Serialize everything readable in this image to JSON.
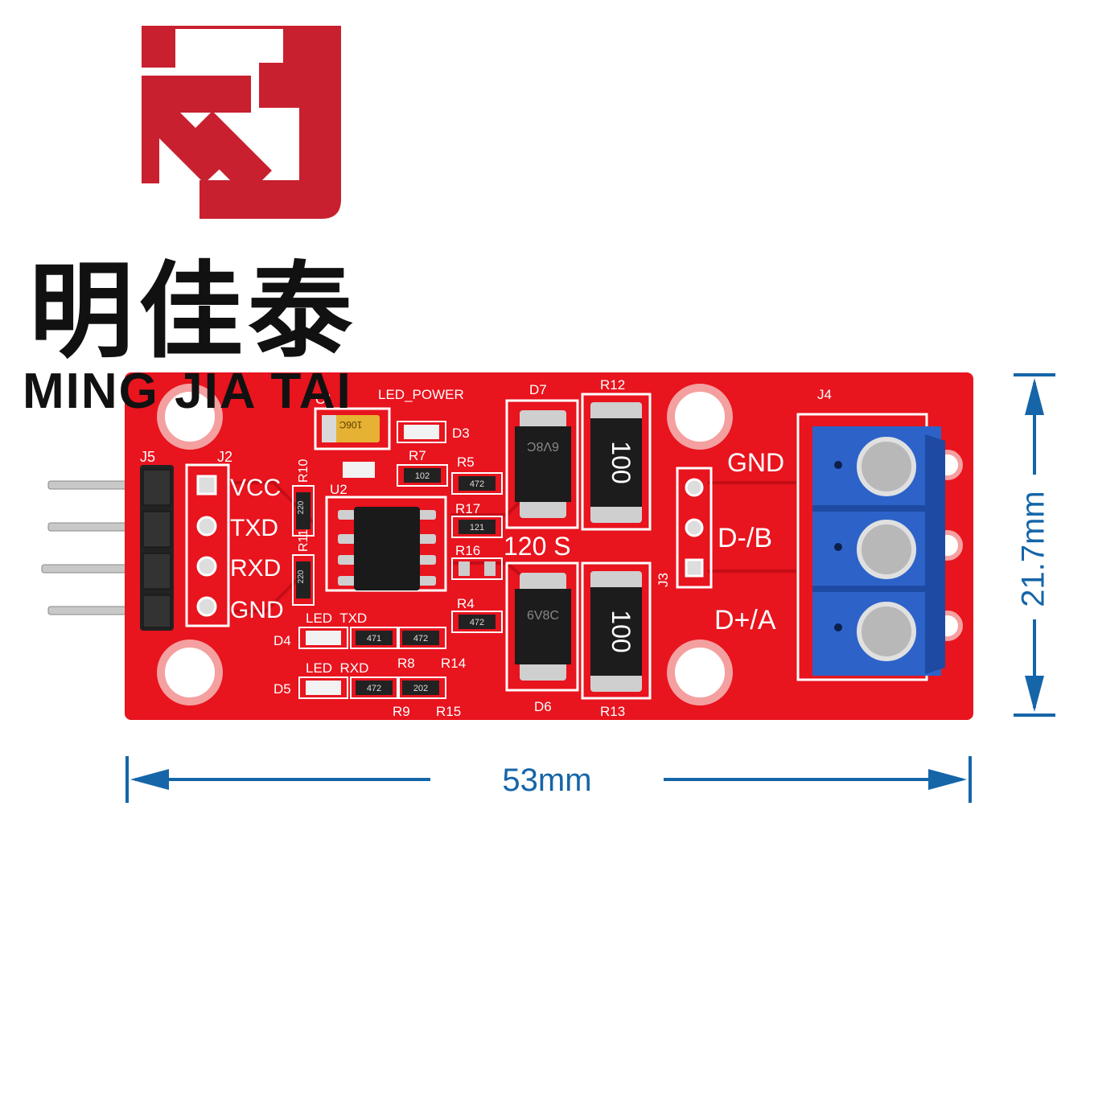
{
  "brand": {
    "name_cn": "明佳泰",
    "name_en": "MING JIA TAI",
    "logo_color": "#c8202f"
  },
  "board": {
    "color": "#e8141e",
    "silkscreen": {
      "j5": "J5",
      "j2": "J2",
      "j3": "J3",
      "j4": "J4",
      "vcc": "VCC",
      "txd": "TXD",
      "rxd": "RXD",
      "gnd_left": "GND",
      "c1": "C1",
      "led_power": "LED_POWER",
      "d3": "D3",
      "r10": "R10",
      "r7": "R7",
      "r5": "R5",
      "u2": "U2",
      "r17": "R17",
      "r16": "R16",
      "r11": "R11",
      "r4": "R4",
      "d7": "D7",
      "r12": "R12",
      "d6": "D6",
      "r13": "R13",
      "label_120s": "120 S",
      "d4": "D4",
      "led_txd": "LED  TXD",
      "r14": "R14",
      "d5": "D5",
      "led_rxd": "LED  RXD",
      "r8": "R8",
      "r9": "R9",
      "r15": "R15",
      "gnd_right": "GND",
      "d_minus_b": "D-/B",
      "d_plus_a": "D+/A"
    },
    "chips": {
      "tvs_top": "6V8C",
      "tvs_bottom": "6V8C",
      "res_top": "100",
      "res_bottom": "100",
      "smd_codes": [
        "102",
        "472",
        "121",
        "220",
        "220",
        "472",
        "471",
        "472",
        "202",
        "472"
      ],
      "cap_code": "106C"
    }
  },
  "dimensions": {
    "width": "53mm",
    "height": "21.7mm",
    "color": "#1565a8"
  }
}
